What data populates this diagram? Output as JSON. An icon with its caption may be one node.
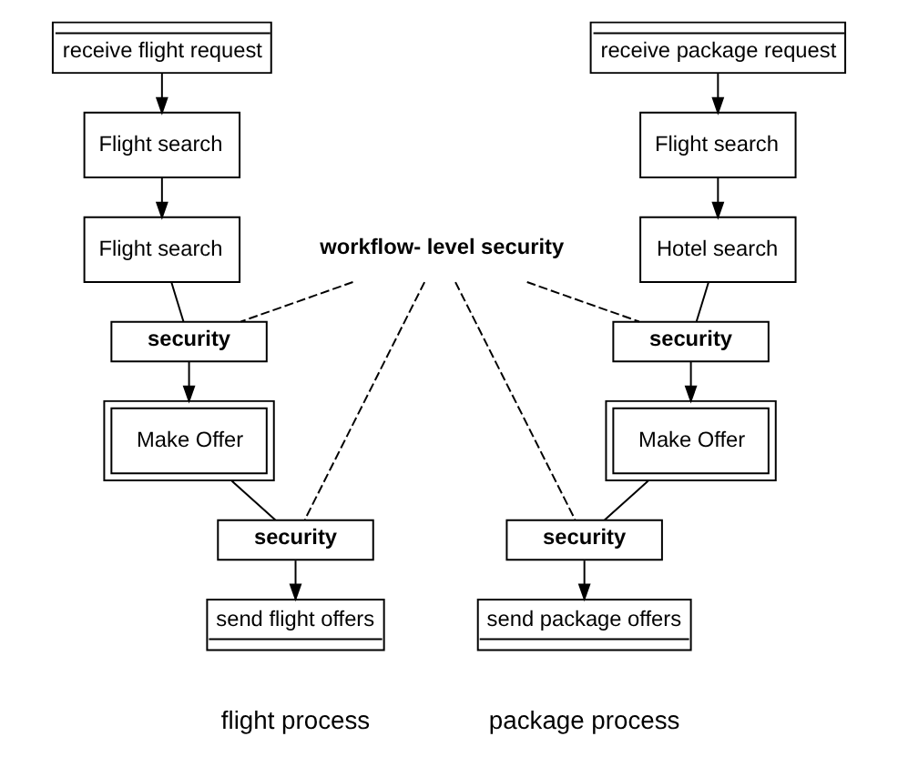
{
  "diagram": {
    "nodes": [
      {
        "text": [
          "receive flight request"
        ]
      },
      {
        "text": [
          "Flight search"
        ]
      },
      {
        "text": [
          "Flight search"
        ]
      },
      {
        "text": [
          "security"
        ]
      },
      {
        "text": [
          "Make Offer"
        ]
      },
      {
        "text": [
          "security"
        ]
      },
      {
        "text": [
          "send flight offers"
        ]
      },
      {
        "text": [
          "workflow- level security"
        ]
      },
      {
        "text": [
          "receive package request"
        ]
      },
      {
        "text": [
          "Flight search"
        ]
      },
      {
        "text": [
          "Hotel search"
        ]
      },
      {
        "text": [
          "security"
        ]
      },
      {
        "text": [
          "Make Offer"
        ]
      },
      {
        "text": [
          "security"
        ]
      },
      {
        "text": [
          "send package offers"
        ]
      }
    ],
    "edges": [
      {
        "from": 0,
        "to": 1,
        "arrow": "to"
      },
      {
        "from": 1,
        "to": 2,
        "arrow": "to"
      },
      {
        "from": 2,
        "to": 3,
        "arrow": "none"
      },
      {
        "from": 3,
        "to": 4,
        "arrow": "to"
      },
      {
        "from": 4,
        "to": 5,
        "arrow": "none"
      },
      {
        "from": 5,
        "to": 6,
        "arrow": "to"
      },
      {
        "from": 8,
        "to": 9,
        "arrow": "to"
      },
      {
        "from": 9,
        "to": 10,
        "arrow": "to"
      },
      {
        "from": 10,
        "to": 11,
        "arrow": "none"
      },
      {
        "from": 11,
        "to": 12,
        "arrow": "to"
      },
      {
        "from": 12,
        "to": 13,
        "arrow": "none"
      },
      {
        "from": 13,
        "to": 14,
        "arrow": "to"
      },
      {
        "from": 7,
        "to": 3,
        "arrow": "none",
        "style": "dashed"
      },
      {
        "from": 7,
        "to": 5,
        "arrow": "none",
        "style": "dashed"
      },
      {
        "from": 7,
        "to": 11,
        "arrow": "none",
        "style": "dashed"
      },
      {
        "from": 7,
        "to": 13,
        "arrow": "none",
        "style": "dashed"
      }
    ],
    "labels": [
      "flight process",
      "package process"
    ]
  }
}
